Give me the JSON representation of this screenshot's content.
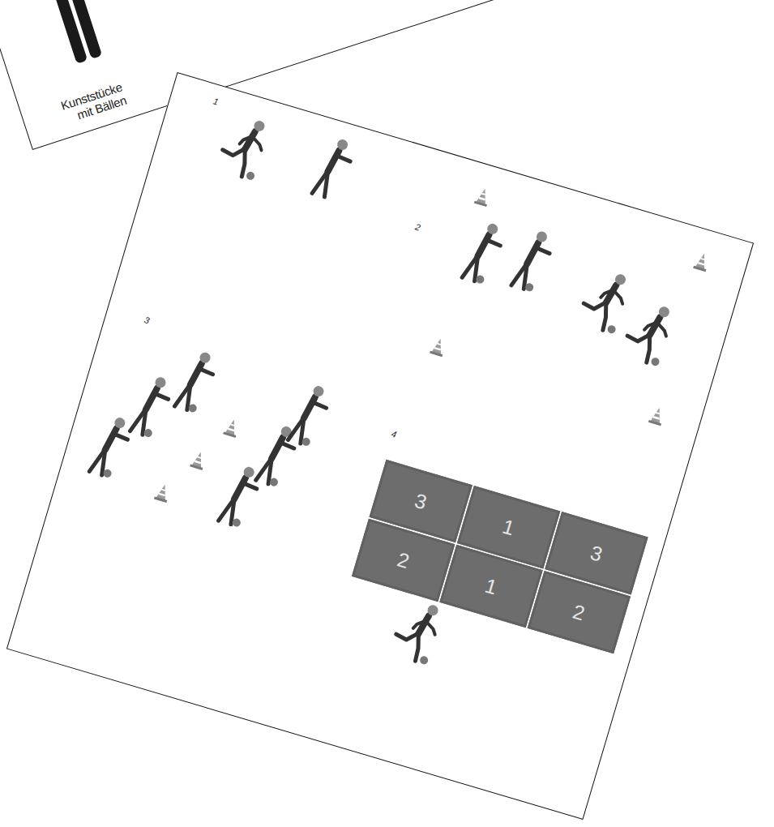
{
  "diagram": {
    "nodes": [
      {
        "text": [
          "Kunststücke mit Bällen"
        ]
      },
      {
        "text": [
          "3"
        ]
      },
      {
        "text": [
          "1"
        ]
      },
      {
        "text": [
          "3"
        ]
      },
      {
        "text": [
          "2"
        ]
      },
      {
        "text": [
          "1"
        ]
      },
      {
        "text": [
          "2"
        ]
      }
    ],
    "labels": [
      "1",
      "2",
      "3",
      "4"
    ]
  }
}
